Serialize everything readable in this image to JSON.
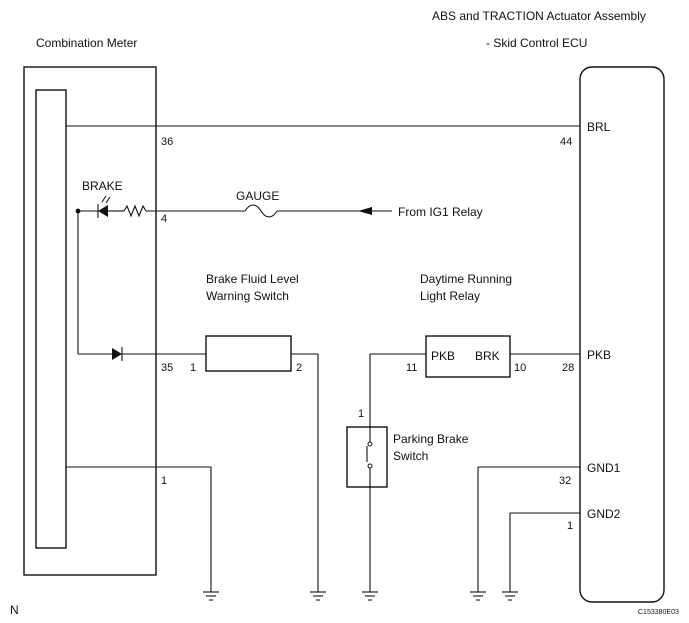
{
  "ecu_title_line1": "ABS and TRACTION Actuator Assembly",
  "ecu_title_line2": "- Skid Control ECU",
  "meter_title": "Combination Meter",
  "meter_pins": {
    "p36": "36",
    "p4": "4",
    "p35": "35",
    "p1": "1"
  },
  "brake_label": "BRAKE",
  "gauge_label": "GAUGE",
  "ig1_label": "From IG1 Relay",
  "fluid_switch": {
    "line1": "Brake Fluid Level",
    "line2": "Warning Switch",
    "pin_in": "1",
    "pin_out": "2"
  },
  "drl_relay": {
    "line1": "Daytime Running",
    "line2": "Light Relay",
    "term_pkb": "PKB",
    "term_brk": "BRK",
    "pin_in": "11",
    "pin_out": "10"
  },
  "parking_switch": {
    "line1": "Parking Brake",
    "line2": "Switch",
    "pin": "1"
  },
  "ecu_pins": {
    "brl": "BRL",
    "p44": "44",
    "pkb": "PKB",
    "p28": "28",
    "gnd1": "GND1",
    "p32": "32",
    "gnd2": "GND2",
    "p1": "1"
  },
  "corner_left": "N",
  "corner_right": "C153380E03"
}
